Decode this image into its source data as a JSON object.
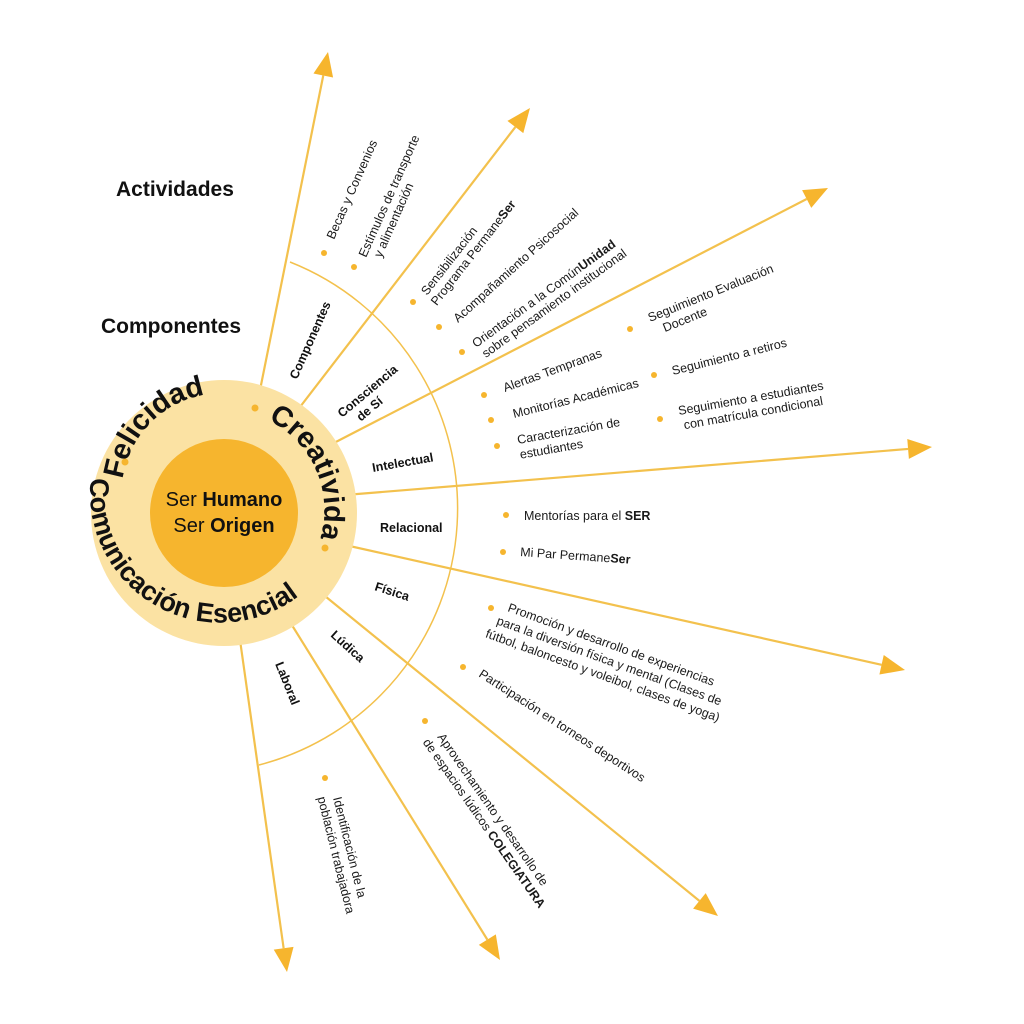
{
  "colors": {
    "accent": "#f6b52e",
    "ring": "#fbe2a3",
    "line": "#f3c14d",
    "text": "#111111"
  },
  "headings": {
    "activities": "Actividades",
    "components": "Componentes"
  },
  "core": {
    "line1_regular": "Ser ",
    "line1_bold": "Humano",
    "line2_regular": "Ser ",
    "line2_bold": "Origen"
  },
  "ring": {
    "felicidad": "Felicidad",
    "creatividad": "Creatividad",
    "comunicacion": "Comunicación Esencial"
  },
  "components": {
    "componentes": "Componentes",
    "consciencia_1": "Consciencia",
    "consciencia_2": "de Sí",
    "intelectual": "Intelectual",
    "relacional": "Relacional",
    "fisica": "Física",
    "ludica": "Lúdica",
    "laboral": "Laboral"
  },
  "activities": {
    "becas": "Becas y Convenios",
    "estimulos_1": "Estímulos de transporte",
    "estimulos_2": "y alimentación",
    "sensibilizacion_1": "Sensibilización",
    "sensibilizacion_2": "Programa Permane",
    "sensibilizacion_2_bold": "Ser",
    "acompanamiento": "Acompañamiento Psicosocial",
    "orientacion_1": "Orientación a la Común",
    "orientacion_1_bold": "Unidad",
    "orientacion_2": "sobre pensamiento institucional",
    "alertas": "Alertas Tempranas",
    "monitorias": "Monitorías Académicas",
    "caracterizacion_1": "Caracterización de",
    "caracterizacion_2": "estudiantes",
    "seguimiento_eval_1": "Seguimiento Evaluación",
    "seguimiento_eval_2": "Docente",
    "seguimiento_retiros": "Seguimiento a retiros",
    "seguimiento_cond_1": "Seguimiento a estudiantes",
    "seguimiento_cond_2": "con matrícula condicional",
    "mentorias": "Mentorías para el ",
    "mentorias_bold": "SER",
    "mipar": "Mi Par Permane",
    "mipar_bold": "Ser",
    "promocion_1": "Promoción y desarrollo de experiencias",
    "promocion_2": "para la diversión física y mental (Clases de",
    "promocion_3": "fútbol, baloncesto y voleibol, clases de yoga)",
    "torneos": "Participación en torneos deportivos",
    "aprovechamiento_1": "Aprovechamiento y desarrollo de",
    "aprovechamiento_2": "de espacios lúdicos ",
    "aprovechamiento_2_bold": "COLEGIATURA",
    "identificacion_1": "Identificación de la",
    "identificacion_2": "población trabajadora"
  }
}
